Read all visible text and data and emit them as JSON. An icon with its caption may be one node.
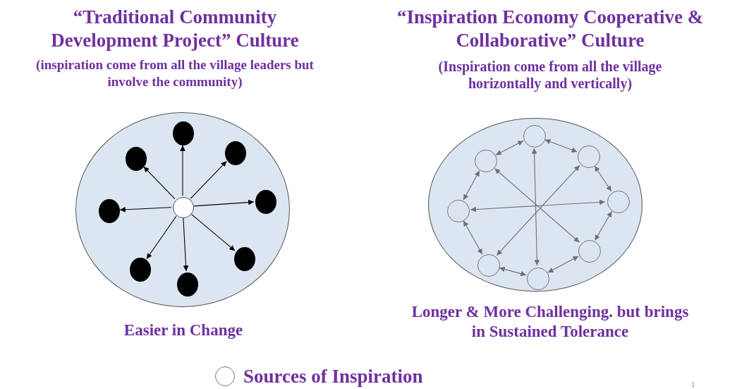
{
  "diagram": {
    "nodes": [
      {
        "text": [],
        "shape": "circle"
      },
      {
        "text": [],
        "shape": "circle",
        "in": 0
      },
      {
        "text": [],
        "shape": "circle",
        "in": 0
      },
      {
        "text": [],
        "shape": "circle",
        "in": 0
      },
      {
        "text": [],
        "shape": "circle",
        "in": 0
      },
      {
        "text": [],
        "shape": "circle",
        "in": 0
      },
      {
        "text": [],
        "shape": "circle",
        "in": 0
      },
      {
        "text": [],
        "shape": "circle",
        "in": 0
      },
      {
        "text": [],
        "shape": "circle",
        "in": 0
      },
      {
        "text": [],
        "shape": "circle",
        "in": 0
      },
      {
        "text": [],
        "shape": "circle"
      },
      {
        "text": [],
        "shape": "circle",
        "in": 10
      },
      {
        "text": [],
        "shape": "circle",
        "in": 10
      },
      {
        "text": [],
        "shape": "circle",
        "in": 10
      },
      {
        "text": [],
        "shape": "circle",
        "in": 10
      },
      {
        "text": [],
        "shape": "circle",
        "in": 10
      },
      {
        "text": [],
        "shape": "circle",
        "in": 10
      },
      {
        "text": [],
        "shape": "circle",
        "in": 10
      },
      {
        "text": [],
        "shape": "circle",
        "in": 10
      }
    ],
    "edges": [
      {
        "from": 1,
        "to": 2,
        "arrow": "to",
        "color": "#000000"
      },
      {
        "from": 1,
        "to": 3,
        "arrow": "to",
        "color": "#000000"
      },
      {
        "from": 1,
        "to": 4,
        "arrow": "to",
        "color": "#000000"
      },
      {
        "from": 1,
        "to": 5,
        "arrow": "to",
        "color": "#000000"
      },
      {
        "from": 1,
        "to": 6,
        "arrow": "to",
        "color": "#000000"
      },
      {
        "from": 1,
        "to": 7,
        "arrow": "to",
        "color": "#000000"
      },
      {
        "from": 1,
        "to": 8,
        "arrow": "to",
        "color": "#000000"
      },
      {
        "from": 1,
        "to": 9,
        "arrow": "to",
        "color": "#000000"
      },
      {
        "from": 11,
        "to": 12,
        "arrow": "both"
      },
      {
        "from": 12,
        "to": 14,
        "arrow": "both"
      },
      {
        "from": 14,
        "to": 16,
        "arrow": "both"
      },
      {
        "from": 16,
        "to": 18,
        "arrow": "both"
      },
      {
        "from": 18,
        "to": 17,
        "arrow": "both"
      },
      {
        "from": 17,
        "to": 15,
        "arrow": "both"
      },
      {
        "from": 15,
        "to": 13,
        "arrow": "both"
      },
      {
        "from": 13,
        "to": 11,
        "arrow": "both"
      },
      {
        "from": 11,
        "to": 18,
        "arrow": "both"
      },
      {
        "from": 15,
        "to": 14,
        "arrow": "both"
      },
      {
        "from": 13,
        "to": 16,
        "arrow": "both"
      },
      {
        "from": 12,
        "to": 17,
        "arrow": "both"
      }
    ],
    "labels": [
      "“Traditional Community Development Project” Culture",
      "(inspiration come from all the village leaders but involve the community)",
      "“Inspiration Economy Cooperative & Collaborative” Culture",
      "(Inspiration come from all the village horizontally and vertically)",
      "Easier in Change",
      "Longer & More Challenging. but brings in Sustained Tolerance",
      "1"
    ],
    "legend": [
      {
        "text": "Sources of Inspiration"
      }
    ]
  }
}
